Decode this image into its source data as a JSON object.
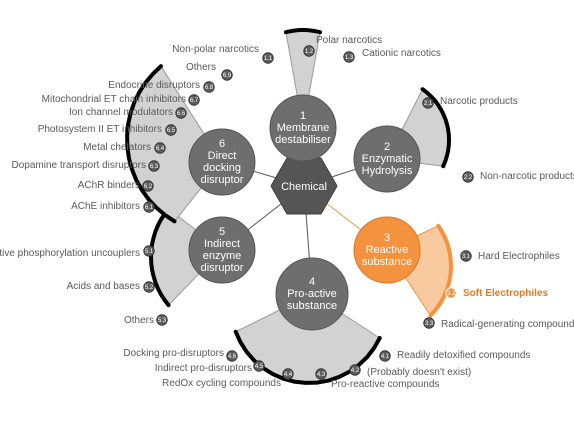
{
  "hub": {
    "label": "Chemical"
  },
  "colors": {
    "fan": "#d2d2d2",
    "node": "#6e6e6e",
    "hub": "#555555",
    "dot": "#5e5e5e",
    "highlight": "#f5923e",
    "highlight_fill": "#f9c9a0",
    "highlight_text": "#e07c1f"
  },
  "categories": [
    {
      "num": "1",
      "lines": [
        "Membrane",
        "destabiliser"
      ],
      "highlight": false,
      "leaves": [
        {
          "code": "1.1",
          "label": "Non-polar narcotics"
        },
        {
          "code": "1.2",
          "label": "Polar narcotics"
        },
        {
          "code": "1.3",
          "label": "Cationic narcotics"
        }
      ]
    },
    {
      "num": "2",
      "lines": [
        "Enzymatic",
        "Hydrolysis"
      ],
      "highlight": false,
      "leaves": [
        {
          "code": "2.1",
          "label": "Narcotic products"
        },
        {
          "code": "2.2",
          "label": "Non-narcotic products"
        }
      ]
    },
    {
      "num": "3",
      "lines": [
        "Reactive",
        "substance"
      ],
      "highlight": true,
      "leaves": [
        {
          "code": "3.1",
          "label": "Hard Electrophiles"
        },
        {
          "code": "3.2",
          "label": "Soft Electrophiles",
          "highlight": true
        },
        {
          "code": "3.3",
          "label": "Radical-generating compounds"
        }
      ]
    },
    {
      "num": "4",
      "lines": [
        "Pro-active",
        "substance"
      ],
      "highlight": false,
      "leaves": [
        {
          "code": "4.1",
          "label": "Readily detoxified compounds"
        },
        {
          "code": "4.2",
          "label": "(Probably doesn't exist)"
        },
        {
          "code": "4.3",
          "label": "Pro-reactive compounds"
        },
        {
          "code": "4.4",
          "label": "RedOx cycling compounds"
        },
        {
          "code": "4.5",
          "label": "Indirect pro-disruptors"
        },
        {
          "code": "4.6",
          "label": "Docking pro-disruptors"
        }
      ]
    },
    {
      "num": "5",
      "lines": [
        "Indirect",
        "enzyme",
        "disruptor"
      ],
      "highlight": false,
      "leaves": [
        {
          "code": "5.1",
          "label": "Oxidative phosphorylation uncouplers"
        },
        {
          "code": "5.2",
          "label": "Acids and bases"
        },
        {
          "code": "5.3",
          "label": "Others"
        }
      ]
    },
    {
      "num": "6",
      "lines": [
        "Direct",
        "docking",
        "disruptor"
      ],
      "highlight": false,
      "leaves": [
        {
          "code": "6.1",
          "label": "AChE inhibitors"
        },
        {
          "code": "6.2",
          "label": "AChR binders"
        },
        {
          "code": "6.3",
          "label": "Dopamine transport disruptors"
        },
        {
          "code": "6.4",
          "label": "Metal chelators"
        },
        {
          "code": "6.5",
          "label": "Photosystem II ET inhibitors"
        },
        {
          "code": "6.6",
          "label": "Ion channel modulators"
        },
        {
          "code": "6.7",
          "label": "Mitochondrial ET chain inhibitors"
        },
        {
          "code": "6.8",
          "label": "Endocrine disruptors"
        },
        {
          "code": "6.9",
          "label": "Others"
        }
      ]
    }
  ]
}
